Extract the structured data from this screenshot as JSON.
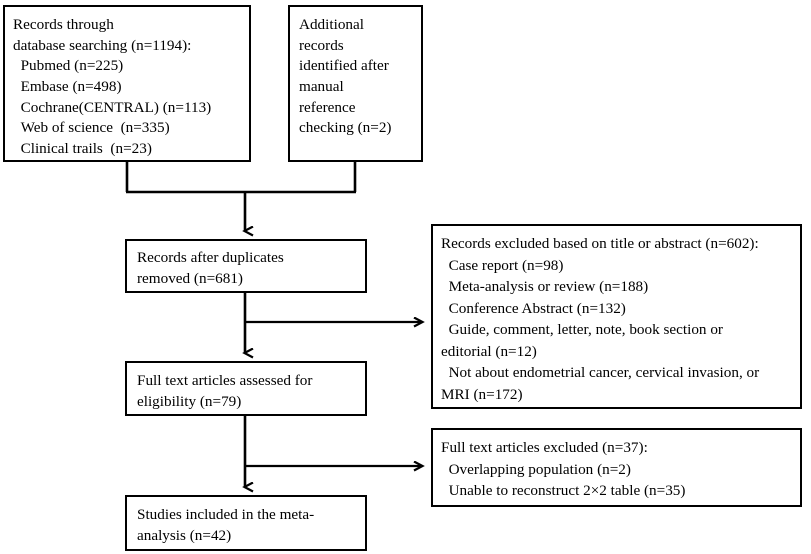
{
  "diagram": {
    "type": "prisma-flow-diagram",
    "stroke_color": "#000000",
    "background_color": "#ffffff",
    "boxes": {
      "database_search": {
        "text": "Records through\ndatabase searching (n=1194):\n  Pubmed (n=225)\n  Embase (n=498)\n  Cochrane(CENTRAL) (n=113)\n  Web of science  (n=335)\n  Clinical trails  (n=23)",
        "total": 1194,
        "sources": [
          {
            "name": "Pubmed",
            "n": 225
          },
          {
            "name": "Embase",
            "n": 498
          },
          {
            "name": "Cochrane(CENTRAL)",
            "n": 113
          },
          {
            "name": "Web of science",
            "n": 335
          },
          {
            "name": "Clinical trails",
            "n": 23
          }
        ]
      },
      "additional_records": {
        "text": "Additional\nrecords\nidentified after\nmanual\nreference\nchecking (n=2)",
        "n": 2
      },
      "records_after_duplicates": {
        "text": "Records after duplicates\nremoved (n=681)",
        "n": 681
      },
      "records_excluded_title_abstract": {
        "text": "Records excluded based on title or abstract (n=602):\n  Case report (n=98)\n  Meta-analysis or review (n=188)\n  Conference Abstract (n=132)\n  Guide, comment, letter, note, book section or\neditorial (n=12)\n  Not about endometrial cancer, cervical invasion, or\nMRI (n=172)",
        "n": 602,
        "reasons": [
          {
            "label": "Case report",
            "n": 98
          },
          {
            "label": "Meta-analysis or review",
            "n": 188
          },
          {
            "label": "Conference Abstract",
            "n": 132
          },
          {
            "label": "Guide, comment, letter, note, book section or editorial",
            "n": 12
          },
          {
            "label": "Not about endometrial cancer, cervical invasion, or MRI",
            "n": 172
          }
        ]
      },
      "full_text_assessed": {
        "text": "Full text articles assessed for\neligibility (n=79)",
        "n": 79
      },
      "full_text_excluded": {
        "text": "Full text articles excluded (n=37):\n  Overlapping population (n=2)\n  Unable to reconstruct 2×2 table (n=35)",
        "n": 37,
        "reasons": [
          {
            "label": "Overlapping population",
            "n": 2
          },
          {
            "label": "Unable to reconstruct 2×2 table",
            "n": 35
          }
        ]
      },
      "studies_included": {
        "text": "Studies included in the meta-\nanalysis (n=42)",
        "n": 42
      }
    }
  }
}
